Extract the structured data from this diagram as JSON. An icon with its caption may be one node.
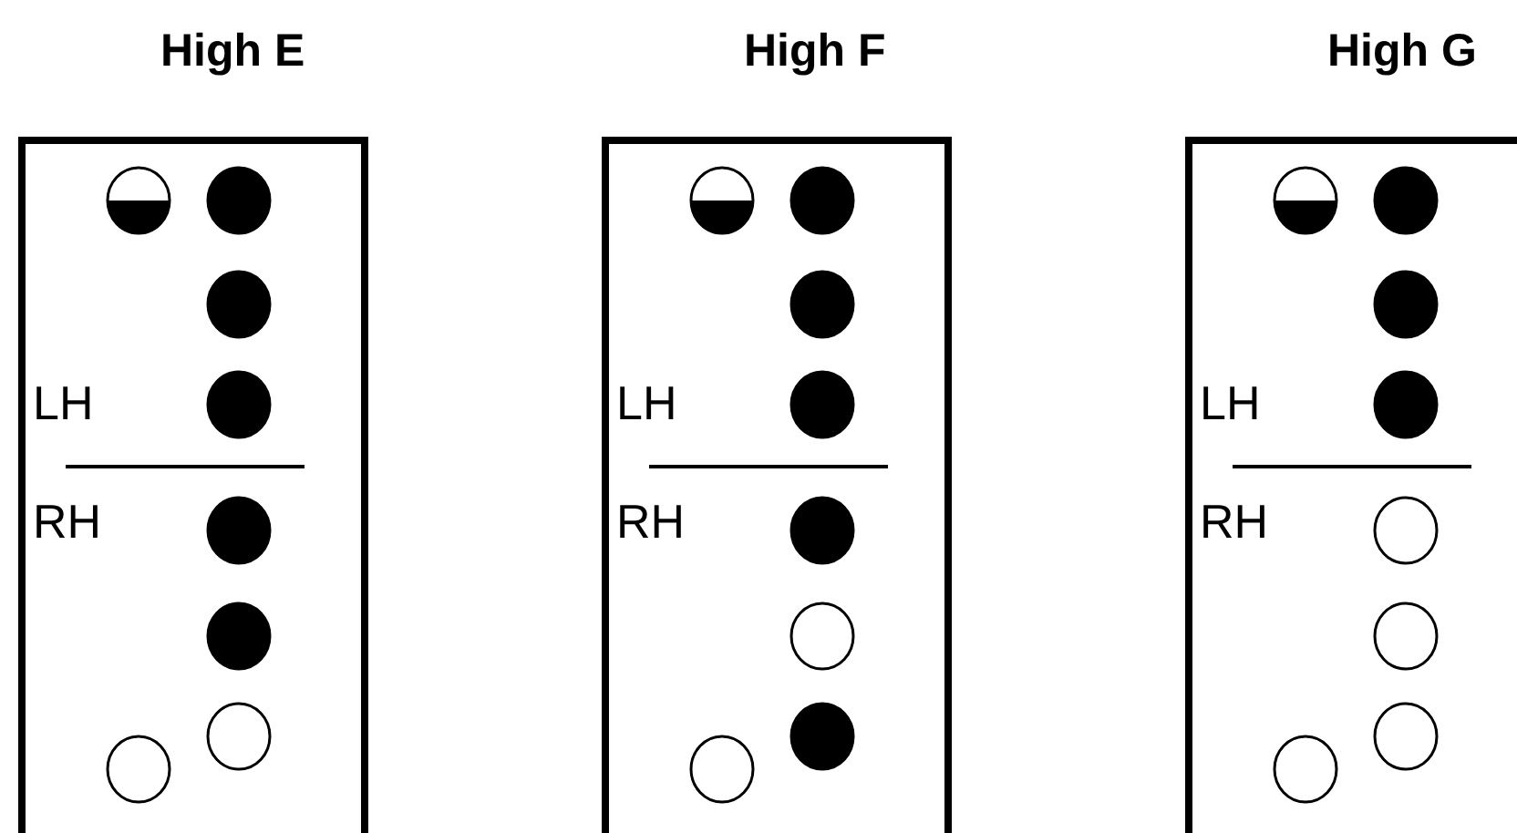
{
  "diagram": {
    "nodes": [
      {
        "text": [
          "High E",
          "LH",
          "RH"
        ]
      },
      {
        "text": [],
        "shape": "circle",
        "in": 0
      },
      {
        "text": [],
        "shape": "circle",
        "in": 0
      },
      {
        "text": [],
        "shape": "circle",
        "in": 0
      },
      {
        "text": [],
        "shape": "circle",
        "in": 0
      },
      {
        "text": [],
        "shape": "circle",
        "in": 0
      },
      {
        "text": [],
        "shape": "circle",
        "in": 0
      },
      {
        "text": [],
        "shape": "circle",
        "in": 0
      },
      {
        "text": [],
        "shape": "circle",
        "in": 0
      },
      {
        "text": [
          "High F",
          "LH",
          "RH"
        ]
      },
      {
        "text": [],
        "shape": "circle",
        "in": 9
      },
      {
        "text": [],
        "shape": "circle",
        "in": 9
      },
      {
        "text": [],
        "shape": "circle",
        "in": 9
      },
      {
        "text": [],
        "shape": "circle",
        "in": 9
      },
      {
        "text": [],
        "shape": "circle",
        "in": 9
      },
      {
        "text": [],
        "shape": "circle",
        "in": 9
      },
      {
        "text": [],
        "shape": "circle",
        "in": 9
      },
      {
        "text": [],
        "shape": "circle",
        "in": 9
      },
      {
        "text": [
          "High G",
          "LH",
          "RH"
        ]
      },
      {
        "text": [],
        "shape": "circle",
        "in": 18
      },
      {
        "text": [],
        "shape": "circle",
        "in": 18
      },
      {
        "text": [],
        "shape": "circle",
        "in": 18
      },
      {
        "text": [],
        "shape": "circle",
        "in": 18
      },
      {
        "text": [],
        "shape": "circle",
        "in": 18
      },
      {
        "text": [],
        "shape": "circle",
        "in": 18
      },
      {
        "text": [],
        "shape": "circle",
        "in": 18
      },
      {
        "text": [],
        "shape": "circle",
        "in": 18
      }
    ]
  }
}
